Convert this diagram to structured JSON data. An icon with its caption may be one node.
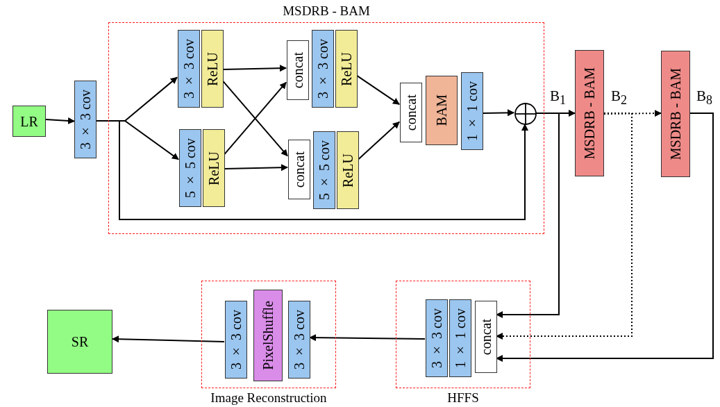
{
  "diagram": {
    "nodes": [
      {
        "text": [
          "LR"
        ]
      },
      {
        "text": [
          "3 × 3 cov"
        ]
      },
      {
        "text": [
          "MSDRB - BAM"
        ]
      },
      {
        "text": [
          "3 × 3 cov"
        ],
        "in": 2
      },
      {
        "text": [
          "ReLU"
        ],
        "in": 2
      },
      {
        "text": [
          "5 × 5 cov"
        ],
        "in": 2
      },
      {
        "text": [
          "ReLU"
        ],
        "in": 2
      },
      {
        "text": [
          "concat"
        ],
        "in": 2
      },
      {
        "text": [
          "3 × 3 cov"
        ],
        "in": 2
      },
      {
        "text": [
          "ReLU"
        ],
        "in": 2
      },
      {
        "text": [
          "concat"
        ],
        "in": 2
      },
      {
        "text": [
          "5 × 5 cov"
        ],
        "in": 2
      },
      {
        "text": [
          "ReLU"
        ],
        "in": 2
      },
      {
        "text": [
          "concat"
        ],
        "in": 2
      },
      {
        "text": [
          "BAM"
        ],
        "in": 2
      },
      {
        "text": [
          "1 × 1 cov"
        ],
        "in": 2
      },
      {
        "text": [],
        "shape": "circle",
        "in": 2
      },
      {
        "text": [
          "MSDRB - BAM"
        ]
      },
      {
        "text": [
          "MSDRB - BAM"
        ]
      },
      {
        "text": [
          "Image Reconstruction"
        ]
      },
      {
        "text": [
          "3 × 3 cov"
        ],
        "in": 19
      },
      {
        "text": [
          "PixelShuffle"
        ],
        "in": 19
      },
      {
        "text": [
          "3 × 3 cov"
        ],
        "in": 19
      },
      {
        "text": [
          "HFFS"
        ]
      },
      {
        "text": [
          "3 × 3 cov"
        ],
        "in": 23
      },
      {
        "text": [
          "1 × 1 cov"
        ],
        "in": 23
      },
      {
        "text": [
          "concat"
        ],
        "in": 23
      },
      {
        "text": [
          "SR"
        ]
      }
    ],
    "edges": [
      {
        "from": 0,
        "to": 1,
        "arrow": "to"
      },
      {
        "from": 1,
        "to": 3,
        "arrow": "to"
      },
      {
        "from": 1,
        "to": 5,
        "arrow": "to"
      },
      {
        "from": 4,
        "to": 7,
        "arrow": "to"
      },
      {
        "from": 4,
        "to": 10,
        "arrow": "to"
      },
      {
        "from": 6,
        "to": 7,
        "arrow": "to"
      },
      {
        "from": 6,
        "to": 10,
        "arrow": "to"
      },
      {
        "from": 9,
        "to": 13,
        "arrow": "to"
      },
      {
        "from": 12,
        "to": 13,
        "arrow": "to"
      },
      {
        "from": 15,
        "to": 16,
        "arrow": "to"
      },
      {
        "from": 1,
        "to": 16,
        "arrow": "to"
      },
      {
        "from": 16,
        "to": 17,
        "arrow": "to"
      },
      {
        "from": 17,
        "to": 18,
        "arrow": "to",
        "style": "dashed"
      },
      {
        "from": 16,
        "to": 26,
        "arrow": "to"
      },
      {
        "from": 17,
        "to": 26,
        "arrow": "to",
        "style": "dashed"
      },
      {
        "from": 18,
        "to": 26,
        "arrow": "to"
      },
      {
        "from": 24,
        "to": 22,
        "arrow": "to"
      },
      {
        "from": 20,
        "to": 27,
        "arrow": "to"
      }
    ],
    "labels": [
      "B$_{1}$",
      "B$_{2}$",
      "B$_{8}$"
    ]
  }
}
